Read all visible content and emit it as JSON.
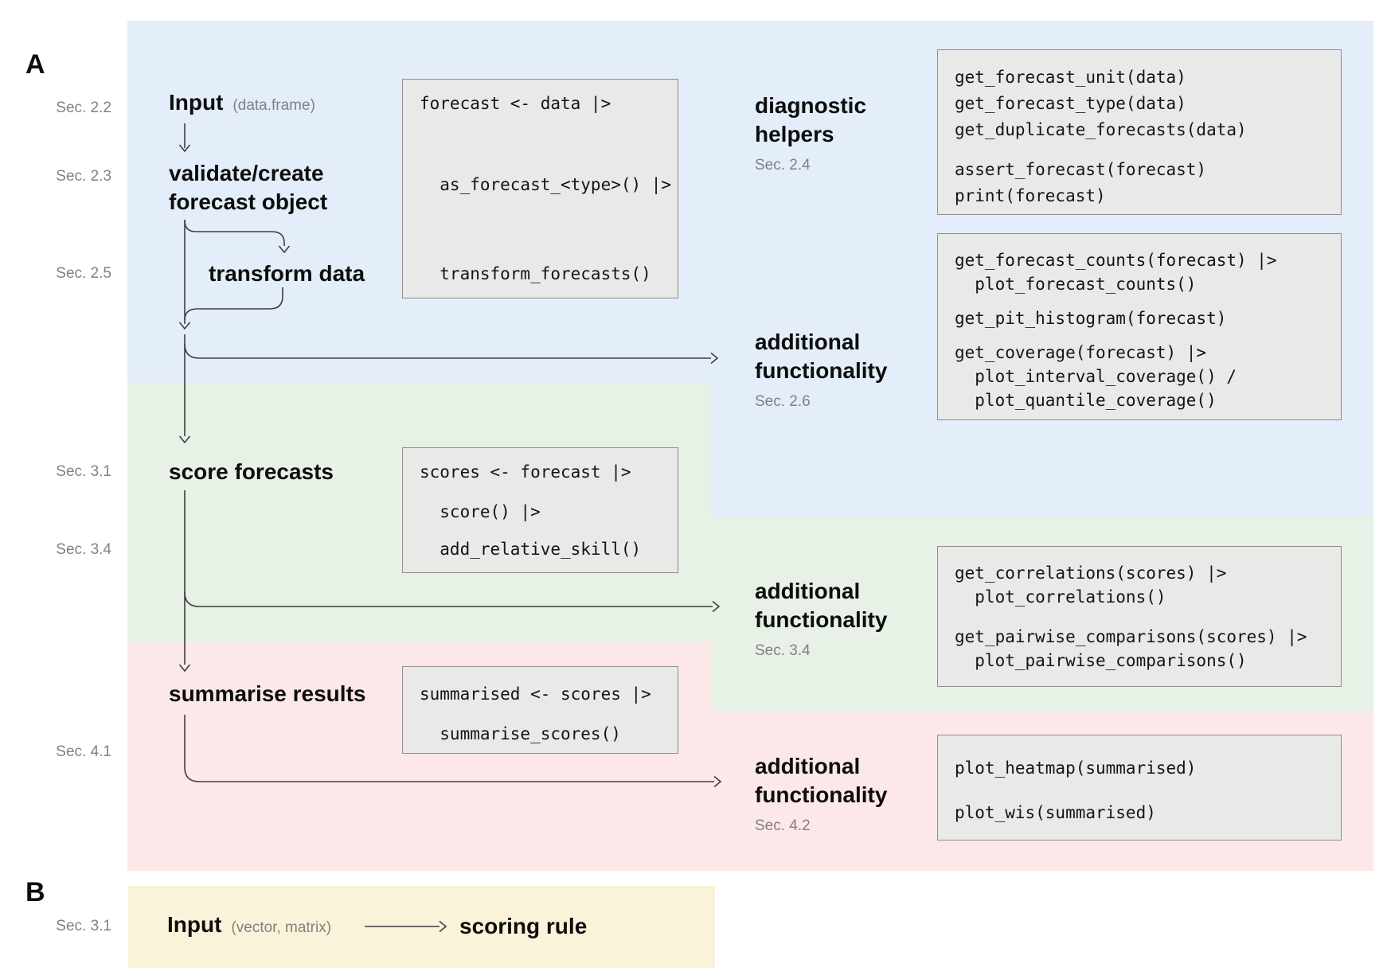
{
  "panel_a": {
    "label": "A",
    "flow": {
      "input": {
        "section": "Sec. 2.2",
        "title": "Input",
        "annotation": "(data.frame)"
      },
      "validate": {
        "section": "Sec. 2.3",
        "title_line1": "validate/create",
        "title_line2": "forecast object"
      },
      "transform": {
        "section": "Sec. 2.5",
        "title": "transform data"
      },
      "score": {
        "section": "Sec. 3.1",
        "title": "score forecasts"
      },
      "summarise": {
        "section": "Sec. 4.1",
        "title": "summarise results"
      }
    },
    "pipeline_boxes": {
      "create": {
        "lines": [
          "forecast <- data |>",
          "  as_forecast_<type>() |>",
          "  transform_forecasts()"
        ]
      },
      "score": {
        "lines": [
          "scores <- forecast |>",
          "  score() |>",
          "  add_relative_skill()"
        ]
      },
      "summarise": {
        "lines": [
          "summarised <- scores |>",
          "  summarise_scores()"
        ]
      }
    },
    "side_sections": {
      "diagnostic": {
        "heading_line1": "diagnostic",
        "heading_line2": "helpers",
        "section": "Sec. 2.4",
        "box_lines": [
          "get_forecast_unit(data)",
          "get_forecast_type(data)",
          "get_duplicate_forecasts(data)",
          "assert_forecast(forecast)",
          "print(forecast)"
        ]
      },
      "func_blue": {
        "heading_line1": "additional",
        "heading_line2": "functionality",
        "section": "Sec. 2.6",
        "box_lines": [
          "get_forecast_counts(forecast) |>",
          "  plot_forecast_counts()",
          "get_pit_histogram(forecast)",
          "get_coverage(forecast) |>",
          "  plot_interval_coverage() /",
          "  plot_quantile_coverage()"
        ]
      },
      "func_green": {
        "heading_line1": "additional",
        "heading_line2": "functionality",
        "section": "Sec. 3.4",
        "box_lines": [
          "get_correlations(scores) |>",
          "  plot_correlations()",
          "get_pairwise_comparisons(scores) |>",
          "  plot_pairwise_comparisons()"
        ]
      },
      "func_pink": {
        "heading_line1": "additional",
        "heading_line2": "functionality",
        "section": "Sec. 4.2",
        "box_lines": [
          "plot_heatmap(summarised)",
          "plot_wis(summarised)"
        ]
      }
    }
  },
  "panel_b": {
    "label": "B",
    "section": "Sec. 3.1",
    "input_title": "Input",
    "input_annotation": "(vector, matrix)",
    "target": "scoring rule"
  },
  "colors": {
    "bg-blue": "#e4edfa",
    "bg-green": "#e7f1e6",
    "bg-pink": "#fce8e8",
    "bg-yellow": "#f9f3d9",
    "box-bg": "#e9e9e8",
    "box-border": "#8e8e8e",
    "line": "#3f3f3f"
  }
}
